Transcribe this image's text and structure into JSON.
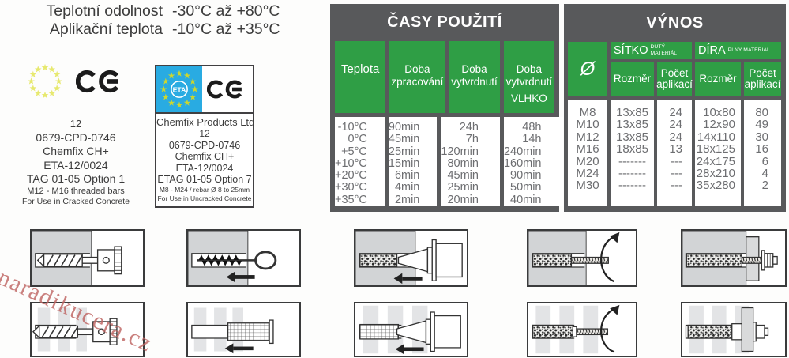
{
  "watermark": "naradikucera.cz",
  "specs": {
    "rows": [
      {
        "label": "Teplotní odolnost",
        "value": "-30°C až +80°C"
      },
      {
        "label": "Aplikační teplota",
        "value": "-10°C až +35°C"
      }
    ]
  },
  "cert_left": {
    "lines": [
      "12",
      "0679-CPD-0746",
      "Chemfix CH+",
      "ETA-12/0024",
      "TAG 01-05 Option 1"
    ],
    "small_lines": [
      "M12 - M16 threaded bars",
      "For Use in Cracked Concrete"
    ]
  },
  "cert_right": {
    "eta_label": "ETA",
    "company": "Chemfix Products Ltd",
    "lines": [
      "12",
      "0679-CPD-0746",
      "Chemfix CH+",
      "ETA-12/0024",
      "ETAG 01-05 Option 7"
    ],
    "small_lines": [
      "M8 - M24 / rebar Ø 8 to 25mm",
      "For Use in Uncracked Concrete"
    ]
  },
  "usage_table": {
    "title": "ČASY POUŽITÍ",
    "columns": [
      {
        "label": "Teplota",
        "sub": ""
      },
      {
        "label": "Doba zpracování",
        "sub": ""
      },
      {
        "label": "Doba vytvrdnutí",
        "sub": ""
      },
      {
        "label": "Doba vytvrdnutí",
        "sub": "VLHKO"
      }
    ],
    "rows": [
      [
        "-10°C",
        "90min",
        "24h",
        "48h"
      ],
      [
        "0°C",
        "45min",
        "7h",
        "14h"
      ],
      [
        "+5°C",
        "25min",
        "120min",
        "240min"
      ],
      [
        "+10°C",
        "15min",
        "80min",
        "160min"
      ],
      [
        "+20°C",
        "6min",
        "45min",
        "90min"
      ],
      [
        "+30°C",
        "4min",
        "25min",
        "50min"
      ],
      [
        "+35°C",
        "2min",
        "20min",
        "40min"
      ]
    ]
  },
  "yield_table": {
    "title": "VÝNOS",
    "diameter_header": "Ø",
    "groups": [
      {
        "name": "SÍTKO",
        "note": "DUTÝ MATERIÁL"
      },
      {
        "name": "DÍRA",
        "note": "PLNÝ MATERIÁL"
      }
    ],
    "sub_columns": [
      "Rozměr",
      "Počet aplikací",
      "Rozměr",
      "Počet aplikací"
    ],
    "rows": [
      [
        "M8",
        "13x85",
        "24",
        "10x80",
        "80"
      ],
      [
        "M10",
        "13x85",
        "24",
        "12x90",
        "49"
      ],
      [
        "M12",
        "13x85",
        "24",
        "14x110",
        "30"
      ],
      [
        "M16",
        "18x85",
        "13",
        "18x125",
        "16"
      ],
      [
        "M20",
        "-------",
        "---",
        "24x175",
        "6"
      ],
      [
        "M24",
        "-------",
        "---",
        "28x210",
        "4"
      ],
      [
        "M30",
        "-------",
        "---",
        "35x280",
        "2"
      ]
    ]
  },
  "colors": {
    "table_green": "#2f9e45",
    "table_dark_gray": "#58595b",
    "cell_text_gray": "#6d6e71",
    "eta_blue": "#29abe2",
    "star_yellow": "#e7e96f",
    "star_green_yellow": "#cdd72e",
    "watermark_red": "#be6462"
  },
  "diagrams": {
    "rows": [
      {
        "material": "solid-concrete",
        "steps": [
          "drill-hole",
          "clean-hole-brush",
          "inject-resin",
          "insert-threaded-rod",
          "fixture-cured"
        ]
      },
      {
        "material": "hollow-material",
        "steps": [
          "drill-hole",
          "insert-mesh-sleeve",
          "inject-resin",
          "insert-threaded-rod",
          "fixture-cured"
        ]
      }
    ]
  }
}
